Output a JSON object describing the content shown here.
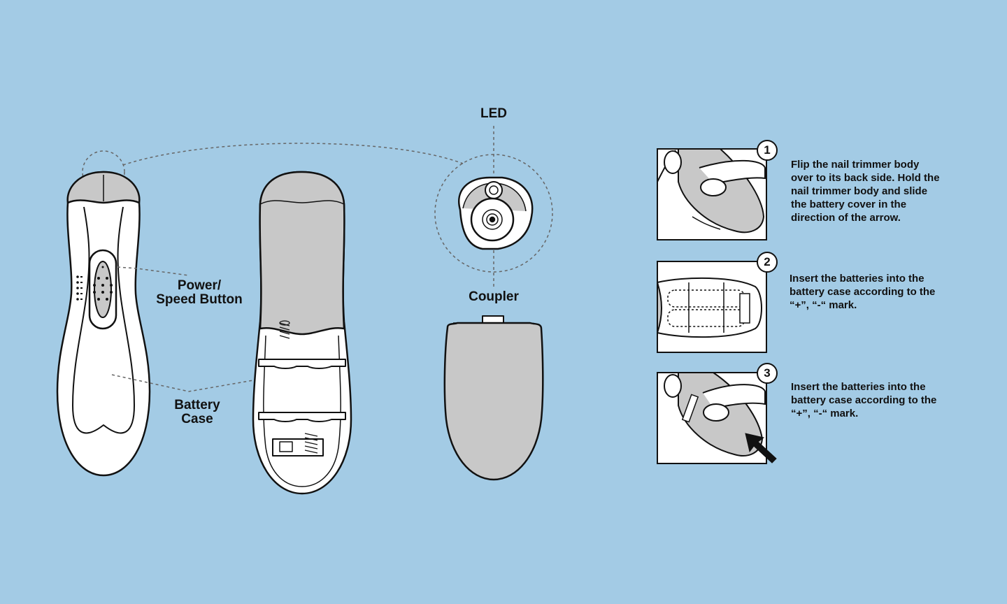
{
  "labels": {
    "led": "LED",
    "coupler": "Coupler",
    "power_line1": "Power/",
    "power_line2": "Speed Button",
    "battery_line1": "Battery",
    "battery_line2": "Case"
  },
  "steps": [
    {
      "number": "1",
      "text": "Flip the nail trimmer body over to its back side. Hold the nail trimmer body and slide the battery cover in the direction of the arrow."
    },
    {
      "number": "2",
      "text": "Insert the batteries into the battery case according to the “+”, “-“ mark."
    },
    {
      "number": "3",
      "text": "Insert the batteries into the battery case according to the “+”, “-“ mark."
    }
  ],
  "colors": {
    "background": "#a3cbe5",
    "device_gray": "#c8c8c8",
    "outline": "#111111"
  }
}
